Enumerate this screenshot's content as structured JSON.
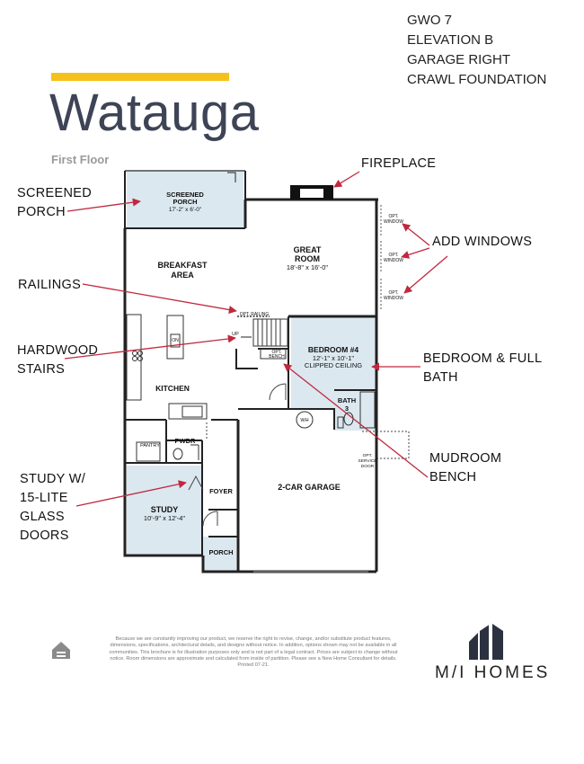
{
  "header": {
    "title": "Watauga",
    "subtitle": "First Floor",
    "spec_lines": [
      "GWO 7",
      "ELEVATION B",
      "GARAGE RIGHT",
      "CRAWL FOUNDATION"
    ]
  },
  "callouts": {
    "screened_porch": [
      "SCREENED",
      "PORCH"
    ],
    "fireplace": "FIREPLACE",
    "add_windows": "ADD WINDOWS",
    "railings": "RAILINGS",
    "hardwood_stairs": [
      "HARDWOOD",
      "STAIRS"
    ],
    "bedroom_bath": [
      "BEDROOM & FULL",
      "BATH"
    ],
    "mudroom_bench": [
      "MUDROOM",
      "BENCH"
    ],
    "study_doors": [
      "STUDY W/",
      "15-LITE",
      "GLASS",
      "DOORS"
    ]
  },
  "rooms": {
    "screened_porch": {
      "name_1": "SCREENED",
      "name_2": "PORCH",
      "dims": "17'-2\" x 6'-0\""
    },
    "great_room": {
      "name_1": "GREAT",
      "name_2": "ROOM",
      "dims": "18'-8\" x 16'-0\""
    },
    "breakfast": {
      "name_1": "BREAKFAST",
      "name_2": "AREA"
    },
    "bedroom4": {
      "name": "BEDROOM #4",
      "dims": "12'-1\" x 10'-1\"",
      "note": "CLIPPED CEILING"
    },
    "kitchen": {
      "name": "KITCHEN"
    },
    "bath3": {
      "name_1": "BATH",
      "name_2": "3"
    },
    "pantry": {
      "name": "PANTRY"
    },
    "pwdr": {
      "name": "PWDR"
    },
    "foyer": {
      "name": "FOYER"
    },
    "study": {
      "name": "STUDY",
      "dims": "10'-9\" x 12'-4\""
    },
    "garage": {
      "name": "2-CAR GARAGE"
    },
    "porch": {
      "name": "PORCH"
    }
  },
  "plan_labels": {
    "opt_window": [
      "OPT.",
      "WINDOW"
    ],
    "opt_railing": "OPT. RAILING",
    "opt_bench": [
      "OPT.",
      "BENCH"
    ],
    "up": "UP",
    "on": "ON",
    "wh": "WH",
    "opt_service_door": [
      "OPT.",
      "SERVICE",
      "DOOR"
    ]
  },
  "footer": {
    "disclaimer": "Because we are constantly improving our product, we reserve the right to revise, change, and/or substitute product features, dimensions, specifications, architectural details, and designs without notice. In addition, options shown may not be available in all communities. This brochure is for illustration purposes only and is not part of a legal contract. Prices are subject to change without notice. Room dimensions are approximate and calculated from inside of partition. Please see a New Home Consultant for details. Printed 07-21.",
    "brand": "M/I HOMES"
  },
  "colors": {
    "accent_bar": "#f5c21b",
    "title": "#3e4456",
    "room_fill": "#dbe8f0",
    "arrow": "#c0283e"
  }
}
